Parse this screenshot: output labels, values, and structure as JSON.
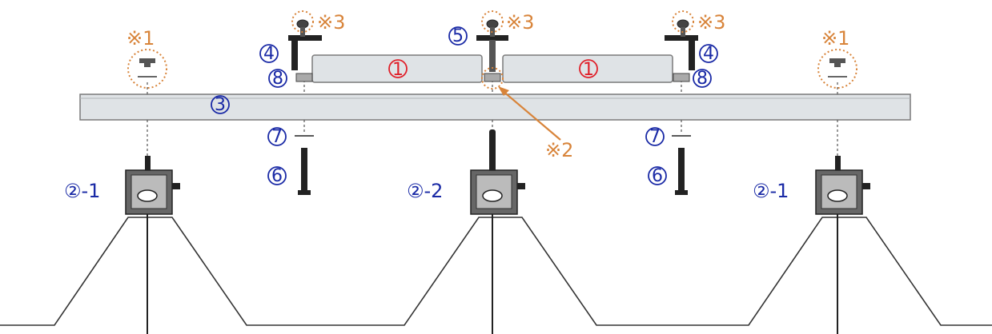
{
  "labels": {
    "panel": "1",
    "rail": "3",
    "clamp_end": "4",
    "clamp_mid": "5",
    "bolt": "6",
    "washer": "7",
    "nut": "8",
    "bracket_end": "②-1",
    "bracket_mid": "②-2",
    "note1": "※1",
    "note2": "※2",
    "note3": "※3"
  },
  "colors": {
    "blue": "#1a2aa6",
    "red": "#e0202a",
    "orange": "#d8843a",
    "rail_fill": "#dfe3e6",
    "panel_fill": "#dfe3e6",
    "outline": "#7a7a7a"
  }
}
